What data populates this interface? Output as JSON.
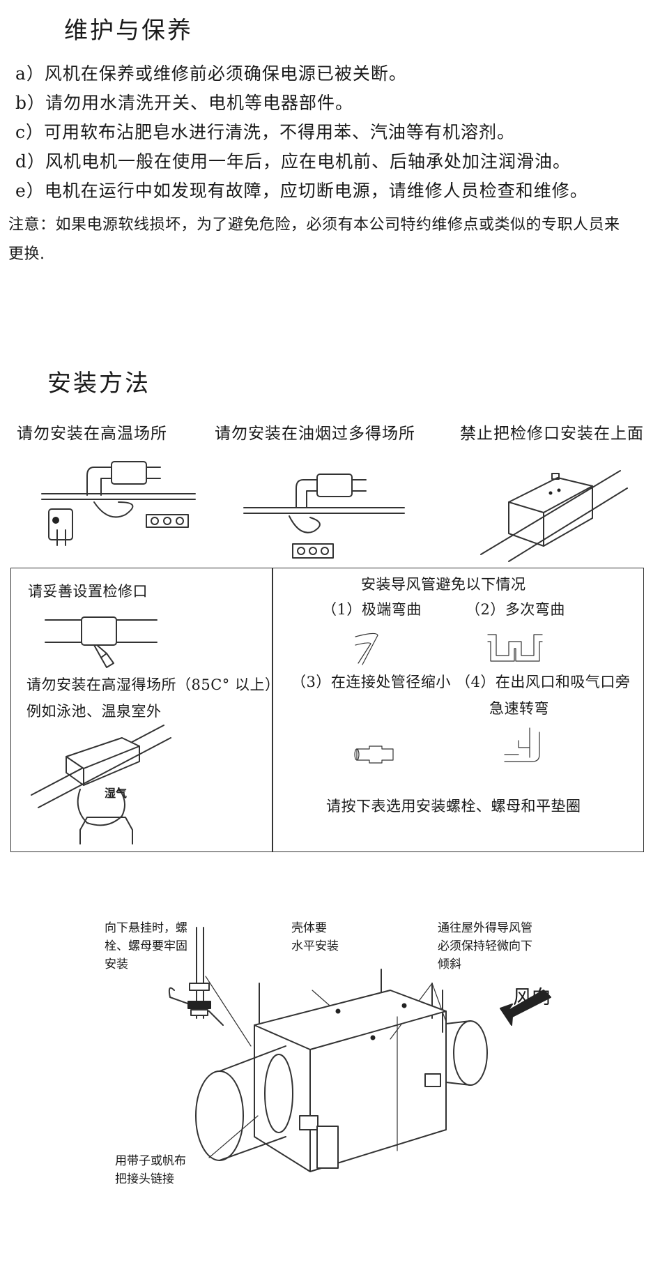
{
  "maintenance": {
    "title": "维护与保养",
    "items": [
      "a）风机在保养或维修前必须确保电源已被关断。",
      "b）请勿用水清洗开关、电机等电器部件。",
      "c）可用软布沾肥皂水进行清洗，不得用苯、汽油等有机溶剂。",
      "d）风机电机一般在使用一年后，应在电机前、后轴承处加注润滑油。",
      "e）电机在运行中如发现有故障，应切断电源，请维修人员检查和维修。"
    ],
    "note_line1": "注意：如果电源软线损坏，为了避免危险，必须有本公司特约维修点或类似的专职人员来",
    "note_line2": "更换."
  },
  "installation": {
    "title": "安装方法",
    "captions": [
      "请勿安装在高温场所",
      "请勿安装在油烟过多得场所",
      "禁止把检修口安装在上面"
    ],
    "left_box": {
      "caption1": "请妥善设置检修口",
      "caption2": "请勿安装在高湿得场所（85C° 以上）",
      "caption3": "例如泳池、温泉室外",
      "steam_label": "湿气"
    },
    "right_box": {
      "title": "安装导风管避免以下情况",
      "case1": "（1）极端弯曲",
      "case2": "（2）多次弯曲",
      "case3": "（3）在连接处管径缩小",
      "case4_line1": "（4）在出风口和吸气口旁",
      "case4_line2": "急速转弯",
      "footer": "请按下表选用安装螺栓、螺母和平垫圈"
    }
  },
  "diagram": {
    "label_hanging_line1": "向下悬挂时，螺",
    "label_hanging_line2": "栓、螺母要牢固",
    "label_hanging_line3": "安装",
    "label_shell_line1": "壳体要",
    "label_shell_line2": "水平安装",
    "label_duct_line1": "通往屋外得导风管",
    "label_duct_line2": "必须保持轻微向下",
    "label_duct_line3": "倾斜",
    "label_wind": "风向",
    "label_strap_line1": "用带子或帆布",
    "label_strap_line2": "把接头链接"
  }
}
